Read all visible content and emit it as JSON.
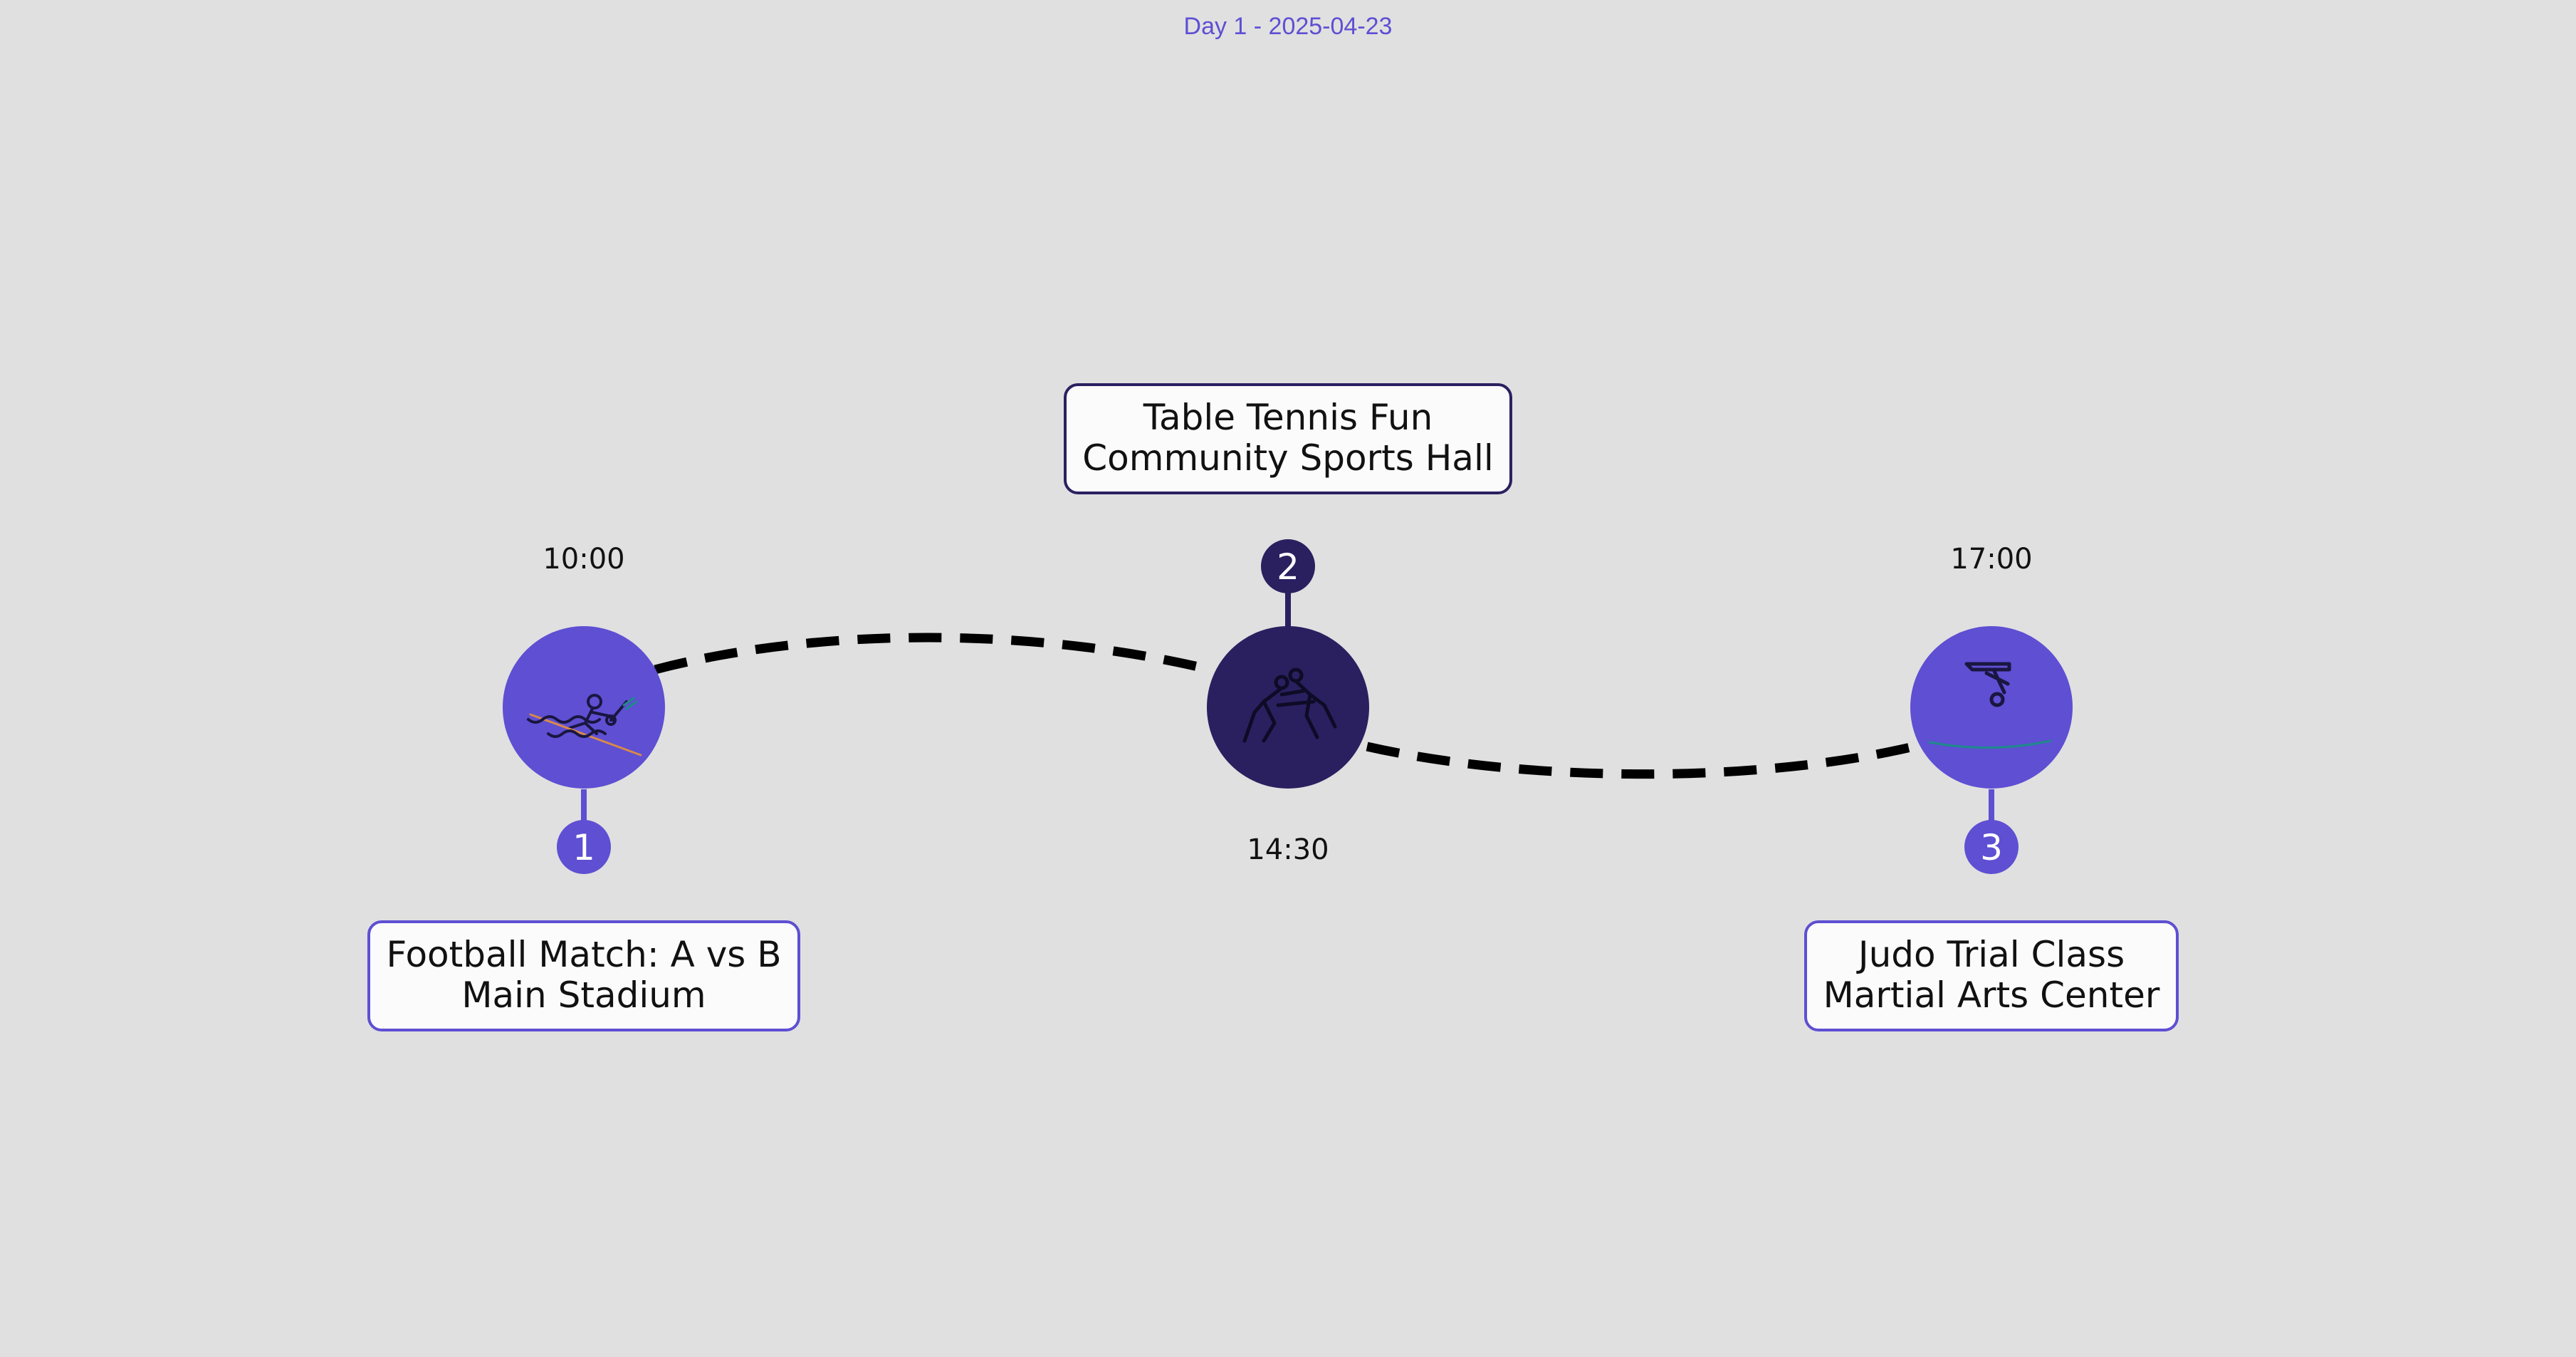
{
  "title": "Day 1 - 2025-04-23",
  "colors": {
    "background": "#e0e0e0",
    "accent": "#5e4fd3",
    "accent_dark": "#2a2060",
    "path": "#000000",
    "box_fill": "#fbfbfb"
  },
  "events": [
    {
      "number": "1",
      "time": "10:00",
      "name": "Football Match: A vs B",
      "location": "Main Stadium",
      "icon": "water-skiing-icon"
    },
    {
      "number": "2",
      "time": "14:30",
      "name": "Table Tennis Fun",
      "location": "Community Sports Hall",
      "icon": "wrestling-icon"
    },
    {
      "number": "3",
      "time": "17:00",
      "name": "Judo Trial Class",
      "location": "Martial Arts Center",
      "icon": "diving-icon"
    }
  ]
}
